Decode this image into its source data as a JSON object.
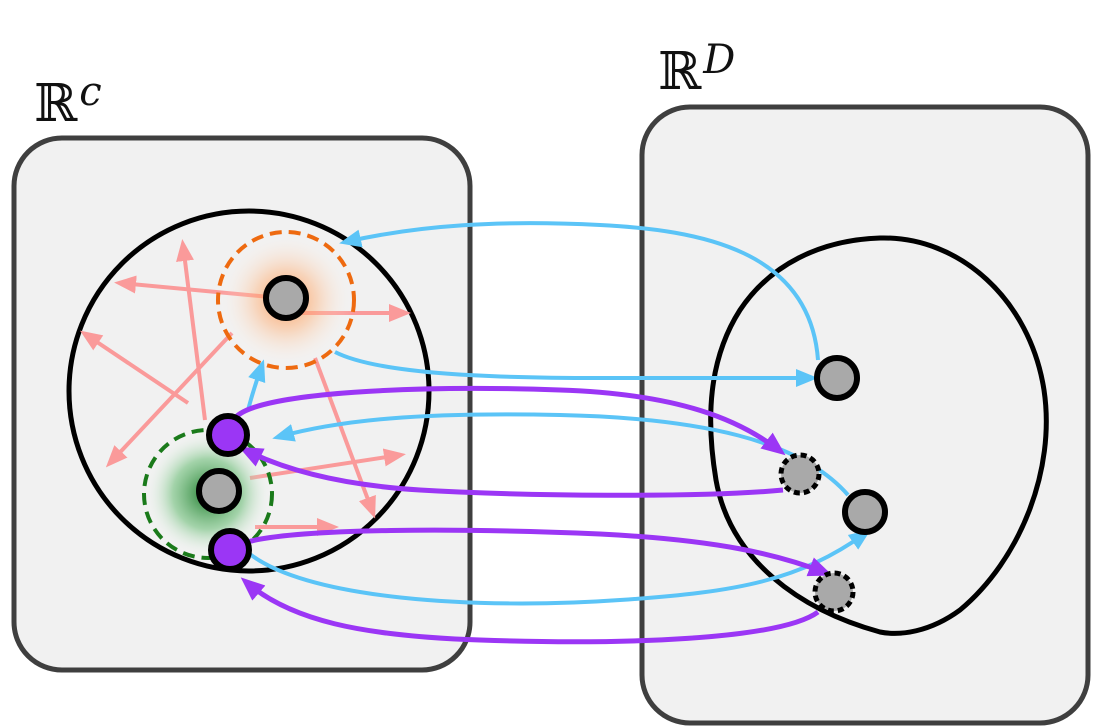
{
  "labels": {
    "latent_space": {
      "base": "ℝ",
      "exponent": "c"
    },
    "data_space": {
      "base": "ℝ",
      "exponent": "D"
    }
  },
  "colors": {
    "panel_fill": "#f1f1f1",
    "panel_stroke": "#3f3f3f",
    "outline": "#000000",
    "point_gray": "#a9a9a9",
    "point_purple": "#9b36f5",
    "arrow_blue": "#5bc4f7",
    "arrow_purple": "#9b36f5",
    "arrow_pink": "#fa9a9a",
    "orange_halo": "#ff8a3d",
    "orange_dash": "#ee6a10",
    "green_halo": "#2e8b3a",
    "green_dash": "#1a7a1a"
  }
}
